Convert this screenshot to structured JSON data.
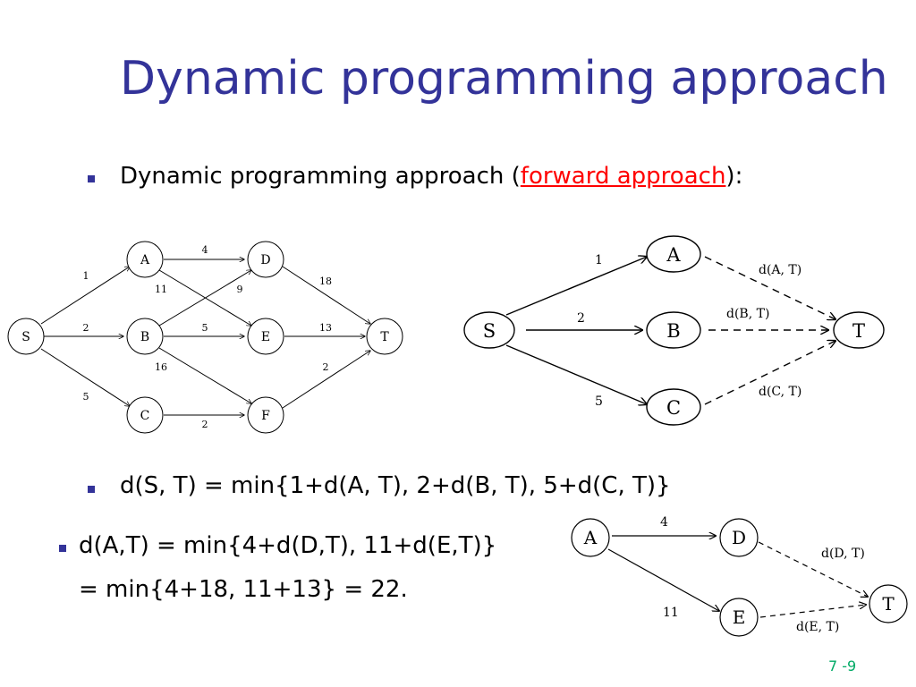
{
  "title": "Dynamic programming approach",
  "bullet1": {
    "prefix": "Dynamic programming approach (",
    "highlight": "forward approach",
    "suffix": "):"
  },
  "bullet2": "d(S, T) = min{1+d(A, T), 2+d(B, T), 5+d(C, T)}",
  "bullet3": {
    "line1": "d(A,T) = min{4+d(D,T), 11+d(E,T)}",
    "line2": "= min{4+18, 11+13} = 22."
  },
  "page_number": "7 -9",
  "graph_full": {
    "nodes": [
      "S",
      "A",
      "B",
      "C",
      "D",
      "E",
      "F",
      "T"
    ],
    "edges": [
      {
        "from": "S",
        "to": "A",
        "weight": "1"
      },
      {
        "from": "S",
        "to": "B",
        "weight": "2"
      },
      {
        "from": "S",
        "to": "C",
        "weight": "5"
      },
      {
        "from": "A",
        "to": "D",
        "weight": "4"
      },
      {
        "from": "A",
        "to": "E",
        "weight": "11"
      },
      {
        "from": "B",
        "to": "D",
        "weight": "9"
      },
      {
        "from": "B",
        "to": "E",
        "weight": "5"
      },
      {
        "from": "B",
        "to": "F",
        "weight": "16"
      },
      {
        "from": "C",
        "to": "F",
        "weight": "2"
      },
      {
        "from": "D",
        "to": "T",
        "weight": "18"
      },
      {
        "from": "E",
        "to": "T",
        "weight": "13"
      },
      {
        "from": "F",
        "to": "T",
        "weight": "2"
      }
    ]
  },
  "graph_stage": {
    "nodes": [
      "S",
      "A",
      "B",
      "C",
      "T"
    ],
    "edges": [
      {
        "from": "S",
        "to": "A",
        "label": "1"
      },
      {
        "from": "S",
        "to": "B",
        "label": "2"
      },
      {
        "from": "S",
        "to": "C",
        "label": "5"
      },
      {
        "from": "A",
        "to": "T",
        "label": "d(A, T)"
      },
      {
        "from": "B",
        "to": "T",
        "label": "d(B, T)"
      },
      {
        "from": "C",
        "to": "T",
        "label": "d(C, T)"
      }
    ]
  },
  "graph_sub": {
    "nodes": [
      "A",
      "D",
      "E",
      "T"
    ],
    "edges": [
      {
        "from": "A",
        "to": "D",
        "label": "4"
      },
      {
        "from": "A",
        "to": "E",
        "label": "11"
      },
      {
        "from": "D",
        "to": "T",
        "label": "d(D, T)"
      },
      {
        "from": "E",
        "to": "T",
        "label": "d(E, T)"
      }
    ]
  }
}
